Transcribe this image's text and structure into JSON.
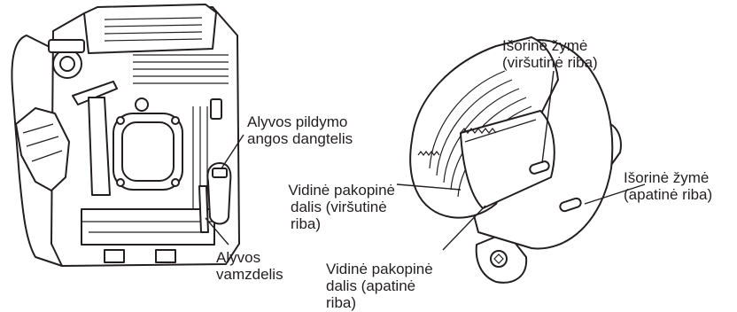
{
  "labels": {
    "oil_filler_cap": [
      "Alyvos pildymo",
      "angos dangtelis"
    ],
    "oil_pipe": [
      "Alyvos",
      "vamzdelis"
    ],
    "outer_mark_upper": [
      "Išorinė žymė",
      "(viršutinė riba)"
    ],
    "outer_mark_lower": [
      "Išorinė žymė",
      "(apatinė riba)"
    ],
    "inner_step_upper": [
      "Vidinė pakopinė",
      "dalis (viršutinė",
      "riba)"
    ],
    "inner_step_lower": [
      "Vidinė pakopinė",
      "dalis (apatinė",
      "riba)"
    ]
  },
  "colors": {
    "line": "#231f20",
    "background": "#ffffff"
  }
}
